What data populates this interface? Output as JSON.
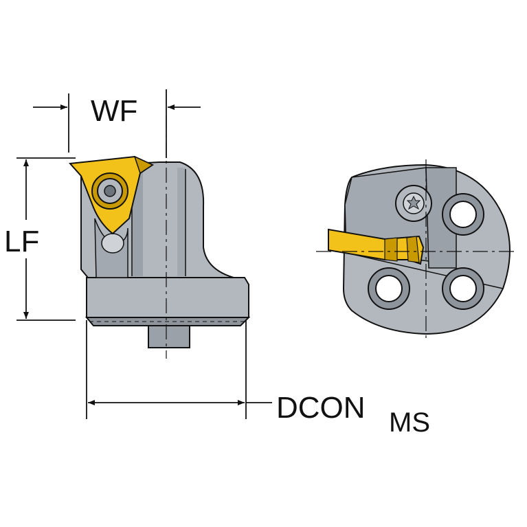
{
  "labels": {
    "wf": "WF",
    "lf": "LF",
    "dcon_main": "DCON",
    "dcon_sub": "MS"
  },
  "colors": {
    "body_gray": "#b3b8bf",
    "body_dark": "#8d949c",
    "insert_yellow": "#f2c21b",
    "insert_dark": "#c99a00",
    "line": "#111111",
    "background": "#ffffff"
  },
  "icons": {
    "screw": "torx-screw-icon",
    "bolt_hole": "bolt-hole-icon"
  }
}
